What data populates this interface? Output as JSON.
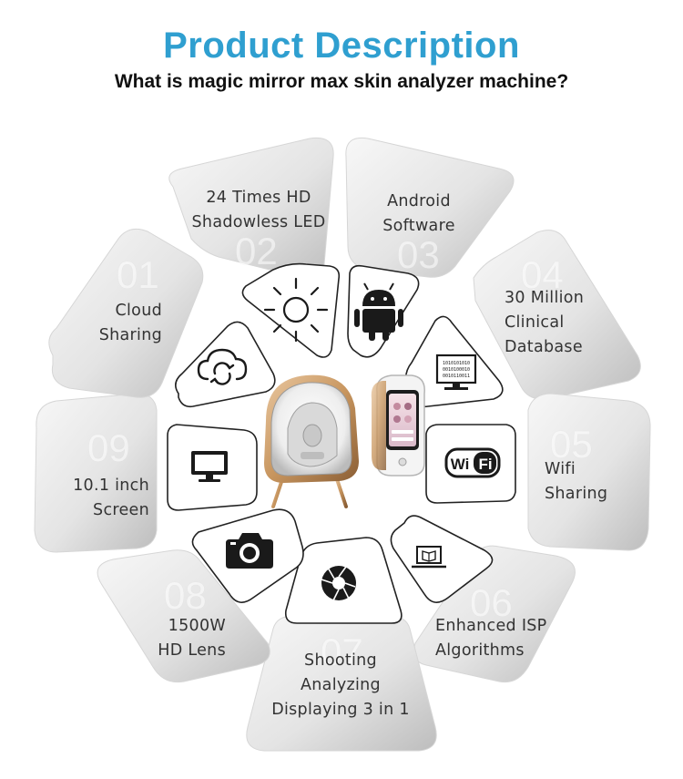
{
  "header": {
    "title": "Product Description",
    "subtitle": "What is magic mirror max skin analyzer machine?"
  },
  "features": [
    {
      "number": "01",
      "line1": "Cloud",
      "line2": "Sharing",
      "icon": "cloud-sync-icon"
    },
    {
      "number": "02",
      "line1": "24 Times HD",
      "line2": "Shadowless LED",
      "icon": "sun-icon"
    },
    {
      "number": "03",
      "line1": "Android",
      "line2": "Software",
      "icon": "android-icon"
    },
    {
      "number": "04",
      "line1": "30 Million",
      "line2": "Clinical",
      "line3": "Database",
      "icon": "database-monitor-icon",
      "binary": [
        "1010101010",
        "0010100010",
        "0010110011"
      ]
    },
    {
      "number": "05",
      "line1": "Wifi",
      "line2": "Sharing",
      "icon": "wifi-icon",
      "icon_text": "Wi Fi"
    },
    {
      "number": "06",
      "line1": "Enhanced ISP",
      "line2": "Algorithms",
      "icon": "laptop-book-icon"
    },
    {
      "number": "07",
      "line1": "Shooting",
      "line2": "Analyzing",
      "line3": "Displaying 3 in 1",
      "icon": "aperture-icon"
    },
    {
      "number": "08",
      "line1": "1500W",
      "line2": "HD Lens",
      "icon": "camera-icon"
    },
    {
      "number": "09",
      "line1": "10.1 inch",
      "line2": "Screen",
      "icon": "monitor-icon"
    }
  ],
  "colors": {
    "title": "#2f9fd0",
    "tile_light": "#f4f4f4",
    "tile_dark": "#c2c2c2",
    "icon": "#1a1a1a"
  }
}
